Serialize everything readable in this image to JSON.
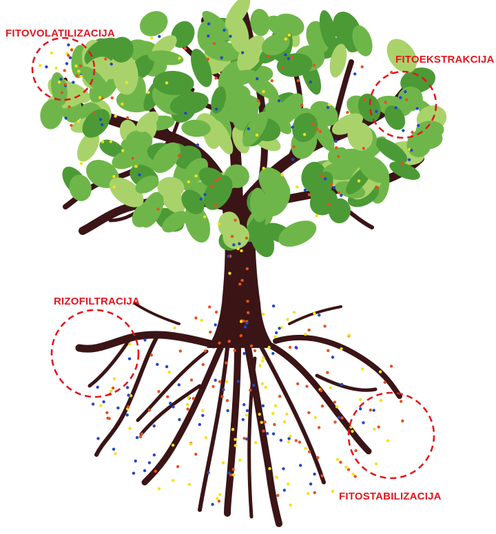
{
  "processes": [
    {
      "id": "fitovolatilizacija",
      "label": "FITOVOLATILIZACIJA"
    },
    {
      "id": "fitoekstrakcija",
      "label": "FITOEKSTRAKCIJA"
    },
    {
      "id": "rizofiltracija",
      "label": "RIZOFILTRACIJA"
    },
    {
      "id": "fitostabilizacija",
      "label": "FITOSTABILIZACIJA"
    }
  ],
  "colors": {
    "label": "#e3161c",
    "circle": "#e3161c",
    "trunk": "#3b1416",
    "leaf_dark": "#4c9a36",
    "leaf_mid": "#6fb64a",
    "leaf_light": "#a9d36a",
    "particle_blue": "#2347c6",
    "particle_red": "#e8501e",
    "particle_yellow": "#f6e11a"
  }
}
